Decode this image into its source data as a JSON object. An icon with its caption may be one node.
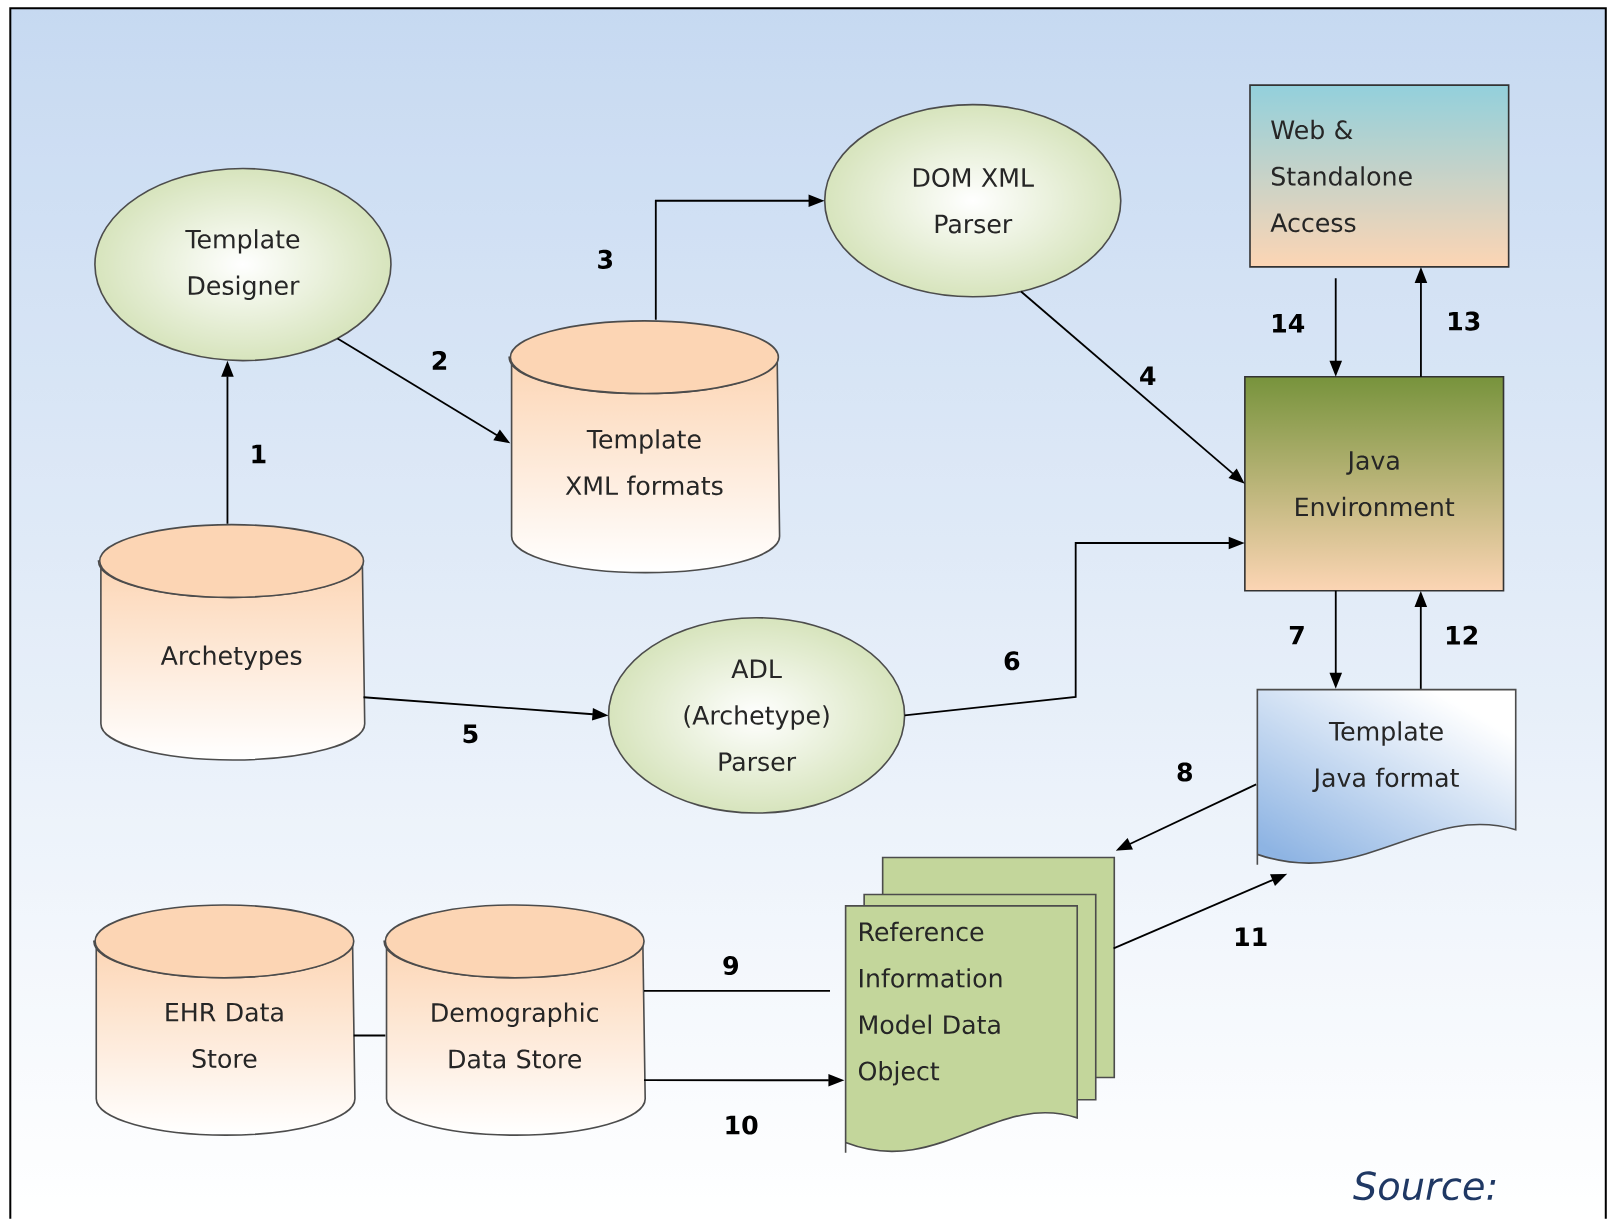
{
  "diagram": {
    "nodes": [
      {
        "text": [
          "Template Designer"
        ]
      },
      {
        "text": [
          "Template XML formats"
        ]
      },
      {
        "text": [
          "DOM XML Parser"
        ]
      },
      {
        "text": [
          "Web & Standalone Access"
        ]
      },
      {
        "text": [
          "Java Environment"
        ]
      },
      {
        "text": [
          "Archetypes"
        ]
      },
      {
        "text": [
          "ADL (Archetype) Parser"
        ]
      },
      {
        "text": [
          "Template Java format"
        ]
      },
      {
        "text": [
          "EHR Data Store"
        ]
      },
      {
        "text": [
          "Demographic Data Store"
        ]
      },
      {
        "text": [
          "Reference Information Model Data Object"
        ]
      }
    ],
    "edges": [
      {
        "from": 5,
        "to": 0,
        "arrow": "to",
        "label": "1"
      },
      {
        "from": 0,
        "to": 1,
        "arrow": "to",
        "label": "2"
      },
      {
        "from": 1,
        "to": 2,
        "arrow": "to",
        "label": "3"
      },
      {
        "from": 2,
        "to": 4,
        "arrow": "to",
        "label": "4"
      },
      {
        "from": 5,
        "to": 6,
        "arrow": "to",
        "label": "5"
      },
      {
        "from": 6,
        "to": 4,
        "arrow": "to",
        "label": "6"
      },
      {
        "from": 4,
        "to": 7,
        "arrow": "to",
        "label": "7"
      },
      {
        "from": 7,
        "to": 10,
        "arrow": "to",
        "label": "8"
      },
      {
        "from": 9,
        "to": 10,
        "arrow": "none",
        "label": "9"
      },
      {
        "from": 9,
        "to": 10,
        "arrow": "to",
        "label": "10"
      },
      {
        "from": 10,
        "to": 7,
        "arrow": "to",
        "label": "11"
      },
      {
        "from": 7,
        "to": 4,
        "arrow": "to",
        "label": "12"
      },
      {
        "from": 4,
        "to": 3,
        "arrow": "to",
        "label": "13"
      },
      {
        "from": 3,
        "to": 4,
        "arrow": "to",
        "label": "14"
      },
      {
        "from": 8,
        "to": 9,
        "arrow": "none"
      }
    ],
    "labels": [
      "Source:"
    ]
  }
}
